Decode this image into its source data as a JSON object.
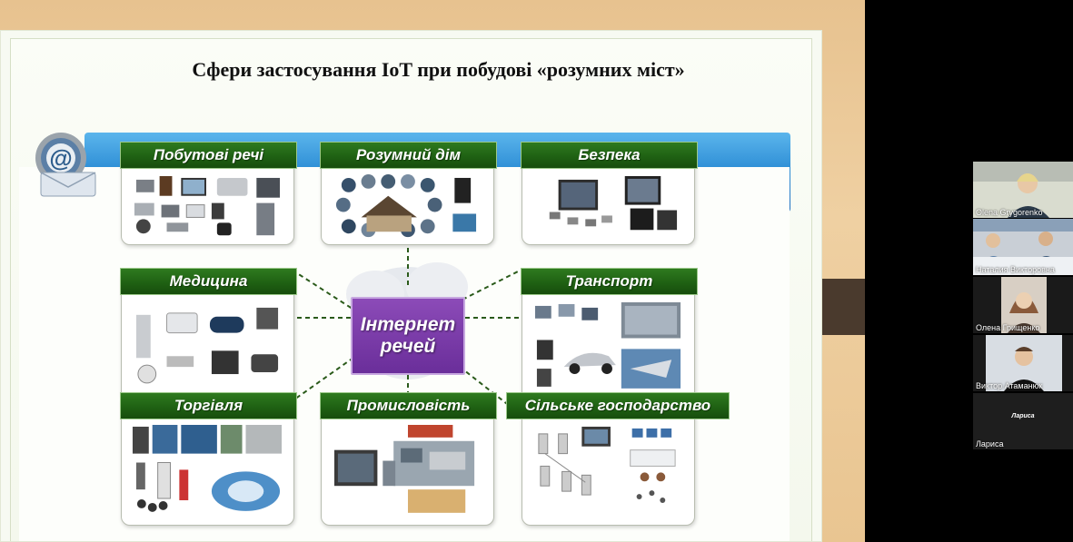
{
  "slide": {
    "title": "Сфери застосування IoT при побудові «розумних міст»",
    "center": {
      "line1": "Інтернет",
      "line2": "речей",
      "color": "#6a2e9a"
    },
    "header_color": "#1e5f12",
    "categories": [
      {
        "label": "Побутові речі"
      },
      {
        "label": "Розумний дім"
      },
      {
        "label": "Безпека"
      },
      {
        "label": "Медицина"
      },
      {
        "label": "Транспорт"
      },
      {
        "label": "Торгівля"
      },
      {
        "label": "Промисловість"
      },
      {
        "label": "Сільське господарство"
      }
    ]
  },
  "participants": [
    {
      "name": "Olena Grygorenko"
    },
    {
      "name": "Наталия Викторовна"
    },
    {
      "name": "Олена Грищенко"
    },
    {
      "name": "Виктор Атаманюк"
    },
    {
      "name": "Лариса",
      "center_label": "Лариса"
    }
  ]
}
